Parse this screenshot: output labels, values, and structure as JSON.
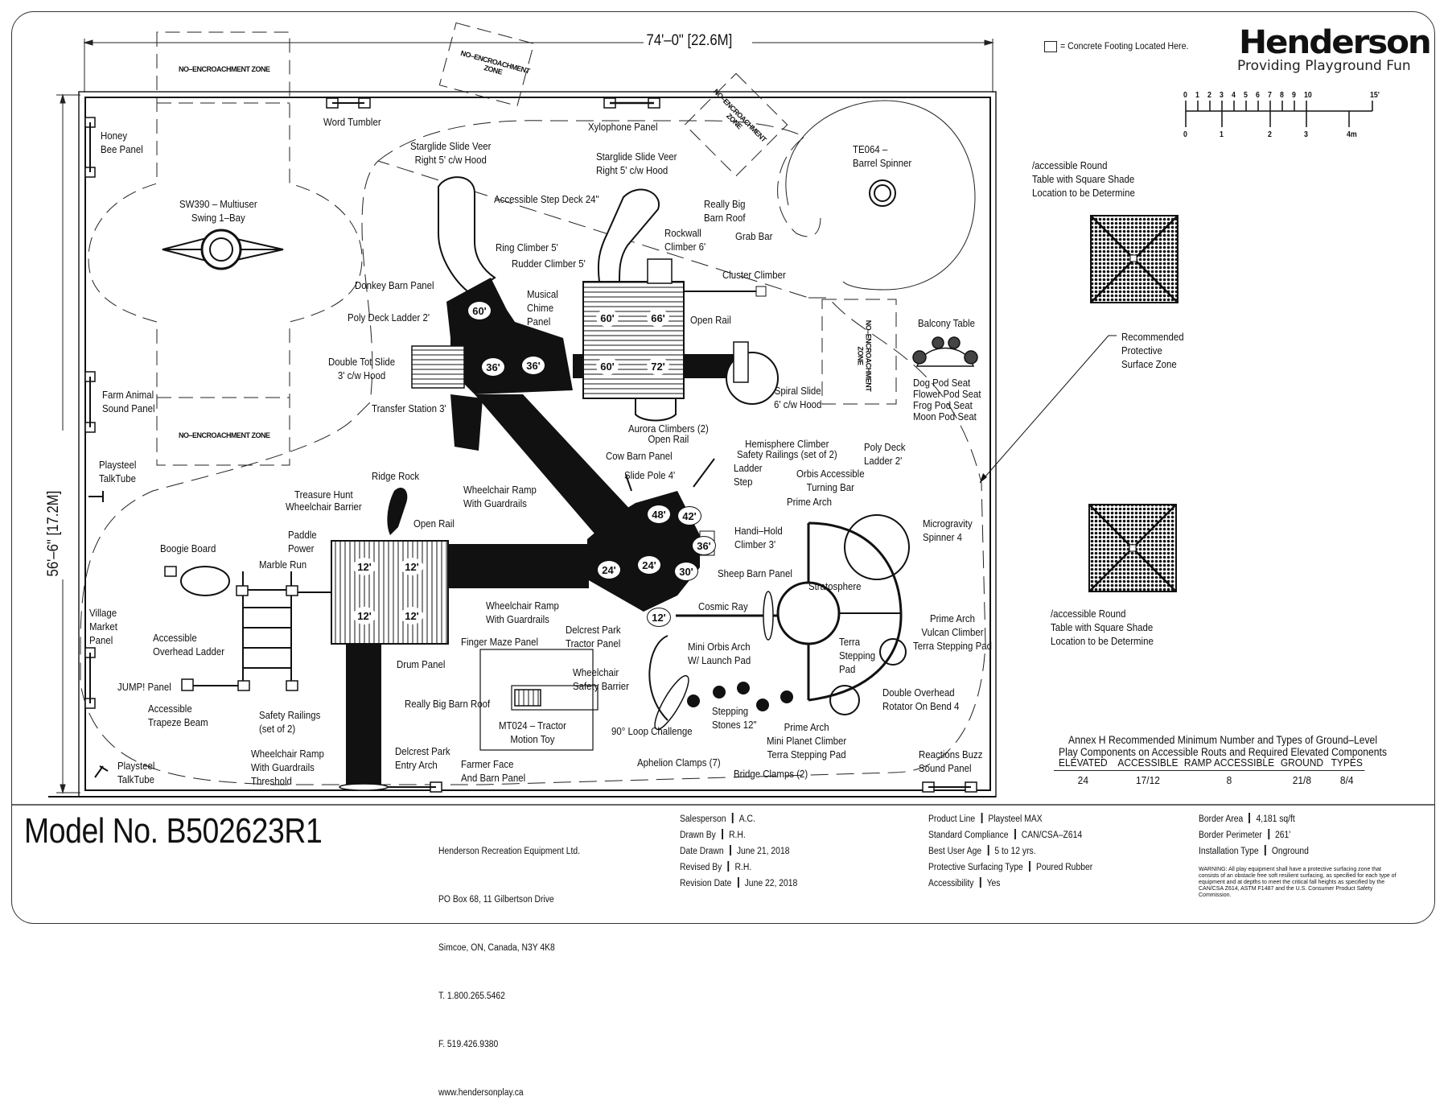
{
  "header": {
    "legend_text": "= Concrete Footing Located Here.",
    "brand": "Henderson",
    "tagline": "Providing Playground Fun",
    "scale_feet_ticks": [
      "0",
      "1",
      "2",
      "3",
      "4",
      "5",
      "6",
      "7",
      "8",
      "9",
      "10",
      "15'"
    ],
    "scale_meter_ticks": [
      "0",
      "1",
      "2",
      "3",
      "4m"
    ]
  },
  "dimensions": {
    "width": "74'–0\" [22.6M]",
    "height": "56'–6\" [17.2M]"
  },
  "zones": {
    "no_encroachment": "NO–ENCROACHMENT ZONE",
    "no_encroachment_split": "NO–ENCROACHMENT\nZONE"
  },
  "deck_heights": {
    "left_tower": [
      "60'",
      "36'",
      "36'"
    ],
    "barn_deck": [
      "60'",
      "66'",
      "60'",
      "72'"
    ],
    "hex_deck": [
      "48'",
      "42'",
      "36'",
      "24'",
      "24'",
      "30'",
      "12'"
    ],
    "ground_deck": [
      "12'",
      "12'",
      "12'",
      "12'"
    ]
  },
  "labels": {
    "honey_bee": "Honey\nBee Panel",
    "word_tumbler": "Word Tumbler",
    "xylophone": "Xylophone Panel",
    "swing": "SW390 – Multiuser\nSwing 1–Bay",
    "starglide_left": "Starglide Slide Veer\nRight 5' c/w Hood",
    "starglide_right": "Starglide Slide Veer\nRight 5' c/w Hood",
    "step_deck": "Accessible Step Deck 24\"",
    "really_big_barn_roof_top": "Really Big\nBarn Roof",
    "rockwall": "Rockwall\nClimber 6'",
    "grab_bar": "Grab Bar",
    "ring_climber": "Ring Climber 5'",
    "rudder_climber": "Rudder Climber 5'",
    "cluster_climber": "Cluster Climber",
    "donkey_barn": "Donkey Barn Panel",
    "musical_chime": "Musical\nChime\nPanel",
    "poly_deck_ladder_left": "Poly Deck Ladder 2'",
    "open_rail_top": "Open Rail",
    "double_tot_slide": "Double Tot Slide\n3' c/w Hood",
    "transfer_station": "Transfer Station 3'",
    "spiral_slide": "Spiral Slide\n6' c/w Hood",
    "aurora": "Aurora Climbers (2)\nOpen Rail",
    "barrel_spinner": "TE064 –\nBarrel Spinner",
    "balcony_table": "Balcony Table",
    "pod_seats": "Dog Pod Seat\nFlower Pod Seat\nFrog Pod Seat\nMoon Pod Seat",
    "farm_animal": "Farm Animal\nSound Panel",
    "talktube_top": "Playsteel\nTalkTube",
    "ridge_rock": "Ridge Rock",
    "treasure_hunt": "Treasure Hunt\nWheelchair Barrier",
    "wheelchair_ramp_upper": "Wheelchair Ramp\nWith Guardrails",
    "open_rail_mid": "Open Rail",
    "cow_barn": "Cow Barn Panel",
    "slide_pole": "Slide Pole 4'",
    "hemisphere": "Hemisphere Climber\nSafety Railings (set of 2)",
    "ladder_step": "Ladder\nStep",
    "poly_deck_ladder_right": "Poly Deck\nLadder 2'",
    "orbis_turning": "Orbis Accessible\nTurning Bar",
    "prime_arch_top": "Prime Arch",
    "handi_hold": "Handi–Hold\nClimber 3'",
    "microgravity": "Microgravity\nSpinner 4",
    "sheep_barn": "Sheep Barn Panel",
    "stratosphere": "Stratosphere",
    "cosmic_ray": "Cosmic Ray",
    "paddle_power": "Paddle\nPower",
    "marble_run": "Marble Run",
    "boogie_board": "Boogie Board",
    "village_market": "Village\nMarket\nPanel",
    "overhead_ladder": "Accessible\nOverhead Ladder",
    "jump_panel": "JUMP! Panel",
    "trapeze": "Accessible\nTrapeze Beam",
    "safety_railings": "Safety Railings\n(set of 2)",
    "wheelchair_ramp_lower": "Wheelchair Ramp\nWith Guardrails",
    "finger_maze": "Finger Maze Panel",
    "delcrest_tractor": "Delcrest Park\nTractor Panel",
    "drum_panel": "Drum Panel",
    "wheelchair_safety": "Wheelchair\nSafety Barrier",
    "really_big_barn_roof_low": "Really Big Barn Roof",
    "tractor_toy": "MT024 – Tractor\nMotion Toy",
    "mini_orbis": "Mini Orbis Arch\nW/ Launch Pad",
    "terra_stepping_pad": "Terra\nStepping\nPad",
    "prime_arch_vulcan": "Prime Arch\nVulcan Climber\nTerra Stepping Pad",
    "loop_challenge": "90° Loop Challenge",
    "stepping_stones": "Stepping\nStones 12\"",
    "prime_arch_mini_planet": "Prime Arch\nMini Planet Climber\nTerra Stepping Pad",
    "double_overhead": "Double Overhead\nRotator On Bend 4",
    "talktube_bottom": "Playsteel\nTalkTube",
    "wheelchair_ramp_threshold": "Wheelchair Ramp\nWith Guardrails\nThreshold",
    "delcrest_entry": "Delcrest Park\nEntry Arch",
    "farmer_face": "Farmer Face\nAnd Barn Panel",
    "aphelion": "Aphelion Clamps (7)",
    "bridge_clamps": "Bridge Clamps (2)",
    "reactions_buzz": "Reactions Buzz\nSound Panel",
    "table_top": "/accessible Round\nTable with Square Shade\nLocation to be Determine",
    "table_bottom": "/accessible Round\nTable with Square Shade\nLocation to be Determine",
    "protective_zone": "Recommended\nProtective\nSurface Zone"
  },
  "annex": {
    "title": "Annex H Recommended Minimum Number and Types of Ground–Level\nPlay Components on Accessible Routs and Required Elevated Components",
    "headers": [
      "ELEVATED",
      "ACCESSIBLE",
      "RAMP ACCESSIBLE",
      "GROUND",
      "TYPES"
    ],
    "values": [
      "24",
      "17/12",
      "8",
      "21/8",
      "8/4"
    ]
  },
  "title_block": {
    "model": "Model No. B502623R1",
    "company": [
      "Henderson Recreation Equipment Ltd.",
      "PO Box 68, 11 Gilbertson Drive",
      "Simcoe, ON, Canada, N3Y 4K8",
      "T. 1.800.265.5462",
      "F. 519.426.9380",
      "www.hendersonplay.ca"
    ],
    "drawing_info": [
      {
        "k": "Salesperson",
        "v": "A.C."
      },
      {
        "k": "Drawn By",
        "v": "R.H."
      },
      {
        "k": "Date Drawn",
        "v": "June 21, 2018"
      },
      {
        "k": "Revised By",
        "v": "R.H."
      },
      {
        "k": "Revision Date",
        "v": "June 22, 2018"
      }
    ],
    "product_info": [
      {
        "k": "Product Line",
        "v": "Playsteel MAX"
      },
      {
        "k": "Standard Compliance",
        "v": "CAN/CSA–Z614"
      },
      {
        "k": "Best User Age",
        "v": "5 to 12 yrs."
      },
      {
        "k": "Protective Surfacing Type",
        "v": "Poured Rubber"
      },
      {
        "k": "Accessibility",
        "v": "Yes"
      }
    ],
    "border_info": [
      {
        "k": "Border Area",
        "v": "4,181 sq/ft"
      },
      {
        "k": "Border Perimeter",
        "v": "261'"
      },
      {
        "k": "Installation Type",
        "v": "Onground"
      }
    ],
    "warning": "WARNING: All play equipment shall have a protective surfacing zone that consists of an obstacle free soft resilient surfacing, as specified for each type of equipment and at depths to meet the critical fall heights as specified by the CAN/CSA Z614, ASTM F1487 and the U.S. Consumer Product Safety Commission."
  }
}
